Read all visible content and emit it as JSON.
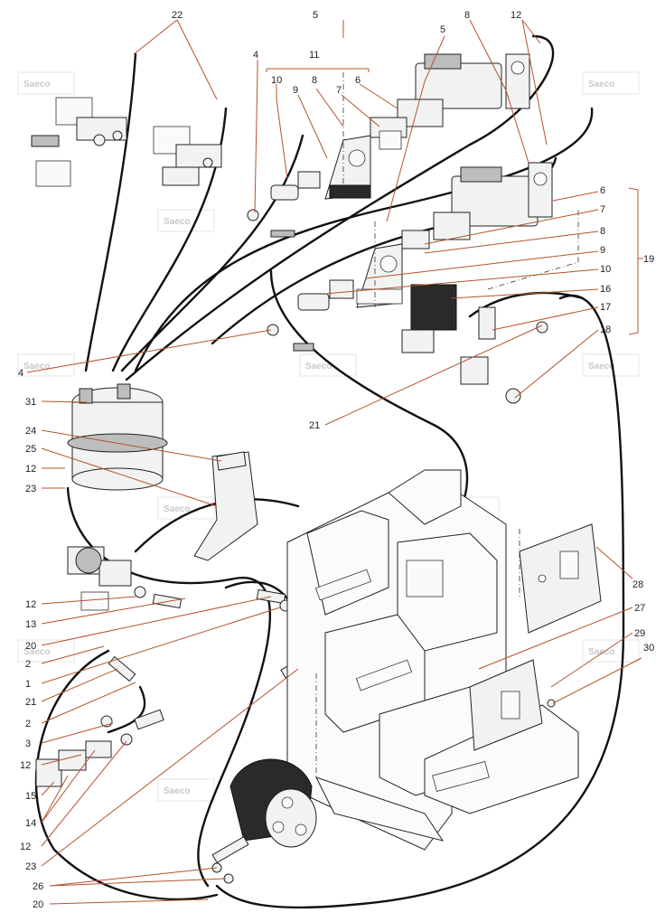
{
  "watermark": {
    "text": "Saeco"
  },
  "callouts": [
    {
      "id": "c22",
      "label": "22"
    },
    {
      "id": "c5a",
      "label": "5"
    },
    {
      "id": "c8a",
      "label": "8"
    },
    {
      "id": "c12a",
      "label": "12"
    },
    {
      "id": "c4a",
      "label": "4"
    },
    {
      "id": "c11",
      "label": "11"
    },
    {
      "id": "c10a",
      "label": "10"
    },
    {
      "id": "c8b",
      "label": "8"
    },
    {
      "id": "c9a",
      "label": "9"
    },
    {
      "id": "c7a",
      "label": "7"
    },
    {
      "id": "c6a",
      "label": "6"
    },
    {
      "id": "c5b",
      "label": "5"
    },
    {
      "id": "c6b",
      "label": "6"
    },
    {
      "id": "c7b",
      "label": "7"
    },
    {
      "id": "c8c",
      "label": "8"
    },
    {
      "id": "c9b",
      "label": "9"
    },
    {
      "id": "c19",
      "label": "19"
    },
    {
      "id": "c10b",
      "label": "10"
    },
    {
      "id": "c16",
      "label": "16"
    },
    {
      "id": "c17",
      "label": "17"
    },
    {
      "id": "c18",
      "label": "18"
    },
    {
      "id": "c4b",
      "label": "4"
    },
    {
      "id": "c31",
      "label": "31"
    },
    {
      "id": "c24",
      "label": "24"
    },
    {
      "id": "c25",
      "label": "25"
    },
    {
      "id": "c12b",
      "label": "12"
    },
    {
      "id": "c23a",
      "label": "23"
    },
    {
      "id": "c21a",
      "label": "21"
    },
    {
      "id": "c28",
      "label": "28"
    },
    {
      "id": "c12c",
      "label": "12"
    },
    {
      "id": "c13",
      "label": "13"
    },
    {
      "id": "c20a",
      "label": "20"
    },
    {
      "id": "c2a",
      "label": "2"
    },
    {
      "id": "c1",
      "label": "1"
    },
    {
      "id": "c21b",
      "label": "21"
    },
    {
      "id": "c2b",
      "label": "2"
    },
    {
      "id": "c27",
      "label": "27"
    },
    {
      "id": "c29",
      "label": "29"
    },
    {
      "id": "c30",
      "label": "30"
    },
    {
      "id": "c3",
      "label": "3"
    },
    {
      "id": "c12d",
      "label": "12"
    },
    {
      "id": "c15",
      "label": "15"
    },
    {
      "id": "c14",
      "label": "14"
    },
    {
      "id": "c12e",
      "label": "12"
    },
    {
      "id": "c23b",
      "label": "23"
    },
    {
      "id": "c26",
      "label": "26"
    },
    {
      "id": "c20b",
      "label": "20"
    }
  ],
  "colors": {
    "leader": "#b5532e",
    "ink": "#111111",
    "watermark": "#c8c8c8"
  }
}
